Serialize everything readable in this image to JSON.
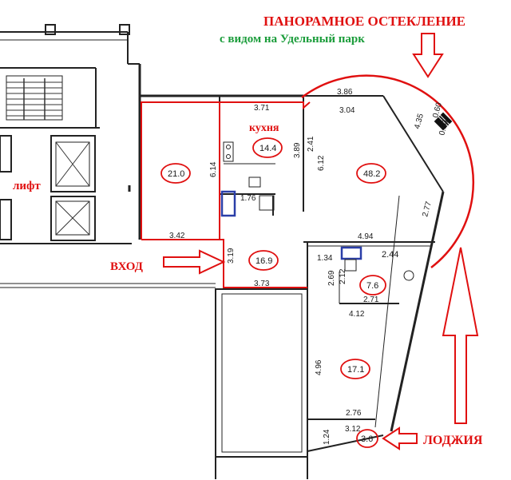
{
  "labels": {
    "panoramic": "ПАНОРАМНОЕ ОСТЕКЛЕНИЕ",
    "park_view": "с видом на Удельный парк",
    "kitchen": "кухня",
    "lift": "лифт",
    "entrance": "ВХОД",
    "loggia": "ЛОДЖИЯ"
  },
  "rooms": {
    "kitchen_area": "14.4",
    "room_left_area": "21.0",
    "living_area": "48.2",
    "hall_area": "16.9",
    "bath_area": "7.6",
    "bedroom_area": "17.1",
    "loggia_area": "3.6",
    "small_bath_area": "1.76",
    "bath_small_area": "2.44"
  },
  "dimensions": {
    "d_386": "3.86",
    "d_371": "3.71",
    "d_304": "3.04",
    "d_435": "4.35",
    "d_060": "0.60",
    "d_050": "0.50",
    "d_389": "3.89",
    "d_241": "2.41",
    "d_612": "6.12",
    "d_614": "6.14",
    "d_277": "2.77",
    "d_342": "3.42",
    "d_319": "3.19",
    "d_494": "4.94",
    "d_134": "1.34",
    "d_269": "2.69",
    "d_212": "2.12",
    "d_373": "3.73",
    "d_271": "2.71",
    "d_412": "4.12",
    "d_496": "4.96",
    "d_276": "2.76",
    "d_312": "3.12",
    "d_124": "1.24"
  },
  "colors": {
    "red": "#e01010",
    "green": "#1a9c3a",
    "blue": "#2a3ea8",
    "wall": "#222222"
  }
}
